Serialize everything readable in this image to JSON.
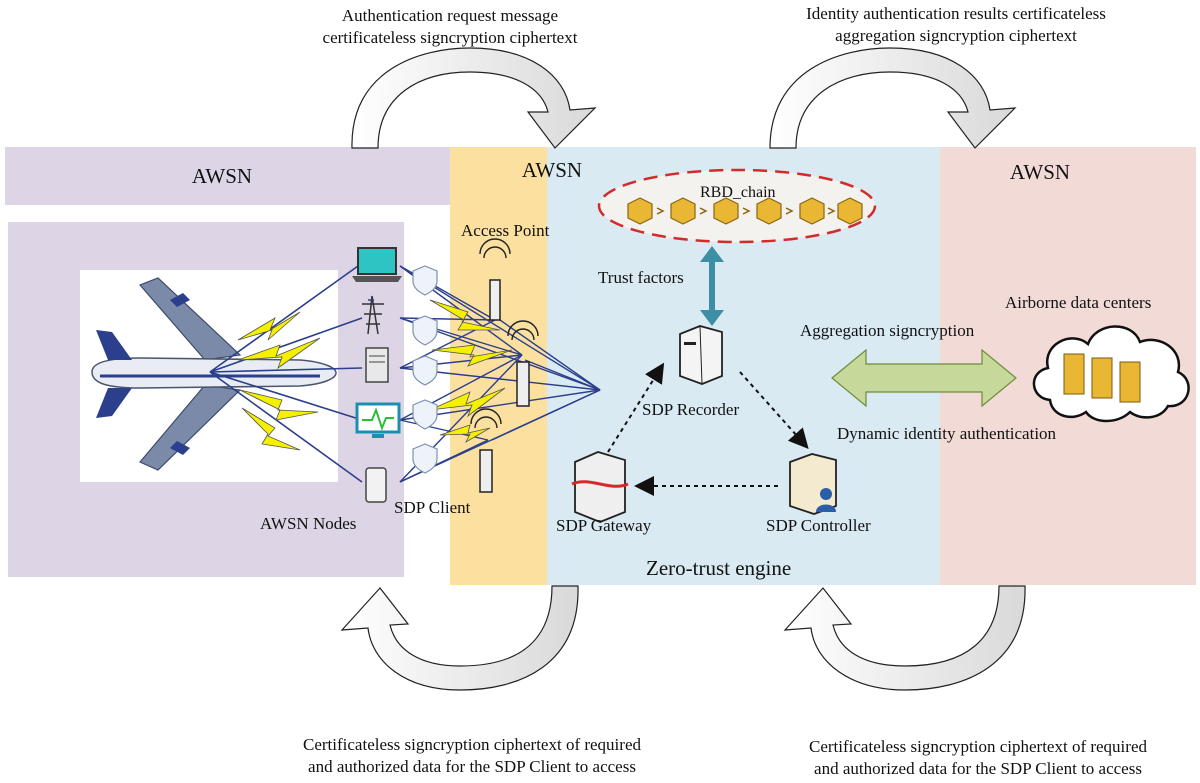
{
  "top_left_caption": {
    "line1": "Authentication request message",
    "line2": "certificateless signcryption ciphertext"
  },
  "top_right_caption": {
    "line1": "Identity authentication results certificateless",
    "line2": "aggregation signcryption ciphertext"
  },
  "bottom_left_caption": {
    "line1": "Certificateless signcryption ciphertext of required",
    "line2": "and authorized data for the SDP Client to access"
  },
  "bottom_right_caption": {
    "line1": "Certificateless signcryption ciphertext of required",
    "line2": "and authorized data for the SDP Client to access"
  },
  "zones": {
    "left_title": "AWSN",
    "middle_title": "AWSN",
    "right_title": "AWSN"
  },
  "labels": {
    "access_point": "Access Point",
    "awsn_nodes": "AWSN Nodes",
    "sdp_client": "SDP Client",
    "rbd_chain": "RBD_chain",
    "trust_factors": "Trust factors",
    "sdp_recorder": "SDP Recorder",
    "sdp_gateway": "SDP Gateway",
    "sdp_controller": "SDP Controller",
    "zero_trust_engine": "Zero-trust engine",
    "airborne_data_centers": "Airborne data centers",
    "aggregation_signcryption": "Aggregation signcryption",
    "dynamic_identity_authentication": "Dynamic identity authentication"
  },
  "colors": {
    "left_zone": "#ddd5e6",
    "ap_zone": "#fbe0a0",
    "engine_zone": "#daeaf3",
    "right_zone": "#f2dbd6",
    "lightning": "#f4f000",
    "link_blue": "#2b3f8c",
    "bidir_arrow": "#c6d99a",
    "teal_arrow": "#3e8fa5",
    "chain_gold": "#e9b733"
  }
}
